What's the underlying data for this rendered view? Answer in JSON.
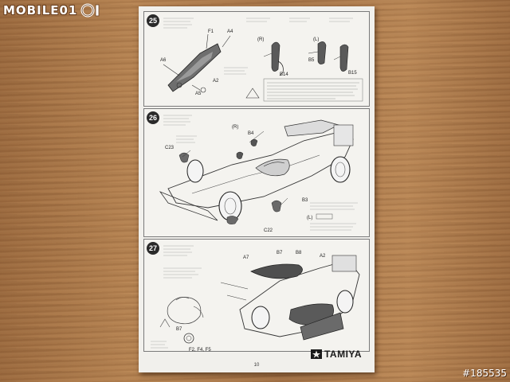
{
  "photo": {
    "watermark": "MOBILE01",
    "image_id": "#185535",
    "colors": {
      "table": "#b07c4c",
      "paper": "#f1f0ec",
      "ink": "#2a2a2a",
      "part_dark": "#555555"
    }
  },
  "manual": {
    "page_number": "10",
    "brand": "TAMIYA",
    "steps": [
      {
        "number": "25",
        "part_labels": [
          "F1",
          "A4",
          "A6",
          "A2",
          "A5",
          "(R)",
          "(L)",
          "B5",
          "B14",
          "B15"
        ]
      },
      {
        "number": "26",
        "part_labels": [
          "(R)",
          "B4",
          "C23",
          "B3",
          "(L)",
          "C22"
        ]
      },
      {
        "number": "27",
        "part_labels": [
          "A7",
          "B7",
          "B8",
          "A2",
          "B7",
          "F2, F4, F5"
        ]
      }
    ]
  }
}
